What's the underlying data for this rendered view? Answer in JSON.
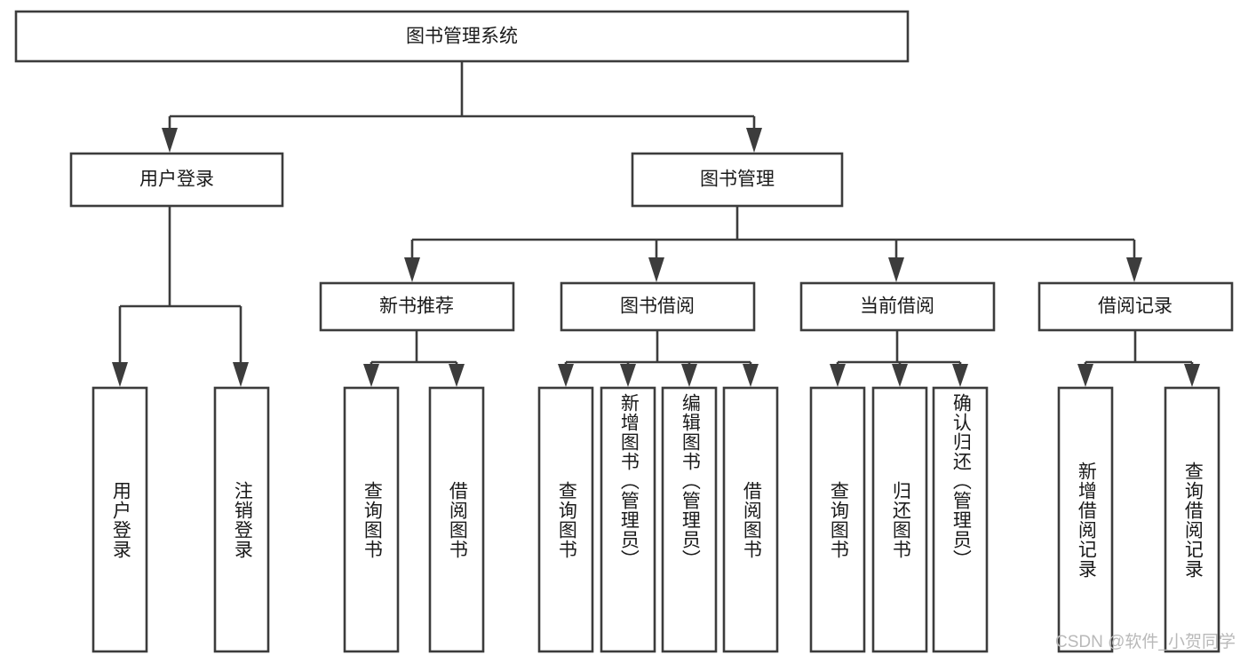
{
  "diagram": {
    "title": "图书管理系统",
    "type": "hierarchy-tree",
    "background_color": "#ffffff",
    "line_color": "#3c3c3c",
    "text_color": "#1a1a1a",
    "root": {
      "label": "图书管理系统"
    },
    "level1": [
      {
        "label": "用户登录"
      },
      {
        "label": "图书管理"
      }
    ],
    "level2": [
      {
        "label": "新书推荐"
      },
      {
        "label": "图书借阅"
      },
      {
        "label": "当前借阅"
      },
      {
        "label": "借阅记录"
      }
    ],
    "leaves": {
      "user_login": [
        {
          "label": "用户登录"
        },
        {
          "label": "注销登录"
        }
      ],
      "new_book_recommend": [
        {
          "label": "查询图书"
        },
        {
          "label": "借阅图书"
        }
      ],
      "book_borrow": [
        {
          "label": "查询图书"
        },
        {
          "label": "新增图书（管理员）"
        },
        {
          "label": "编辑图书（管理员）"
        },
        {
          "label": "借阅图书"
        }
      ],
      "current_borrow": [
        {
          "label": "查询图书"
        },
        {
          "label": "归还图书"
        },
        {
          "label": "确认归还（管理员）"
        }
      ],
      "borrow_record": [
        {
          "label": "新增借阅记录"
        },
        {
          "label": "查询借阅记录"
        }
      ]
    }
  },
  "watermark": {
    "text": "CSDN @软件_小贺同学"
  }
}
